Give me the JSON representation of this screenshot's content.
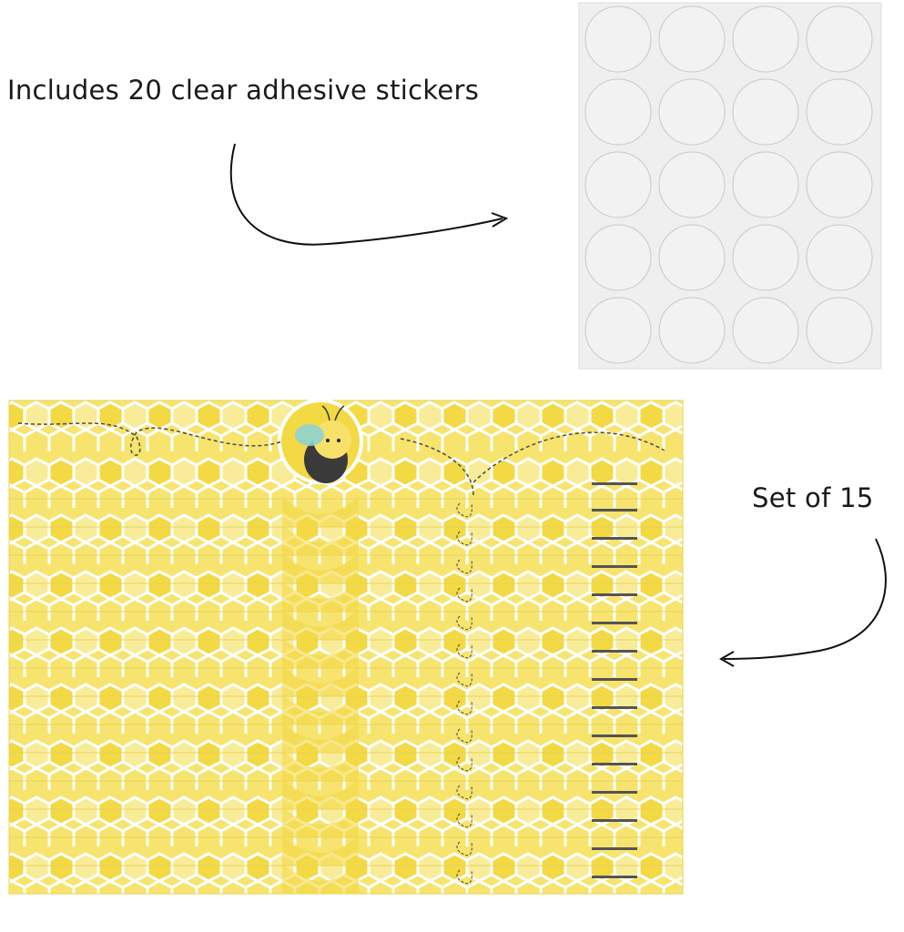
{
  "stickers": {
    "caption": "Includes 20 clear adhesive stickers",
    "rows": 5,
    "cols": 4
  },
  "wrappers": {
    "caption": "Set of 15",
    "count": 15
  },
  "colors": {
    "honey": "#f2d94a",
    "honey_light": "#f8ea8e",
    "bee_wing": "#8ed3d1",
    "bee_body": "#3a3a3a"
  }
}
